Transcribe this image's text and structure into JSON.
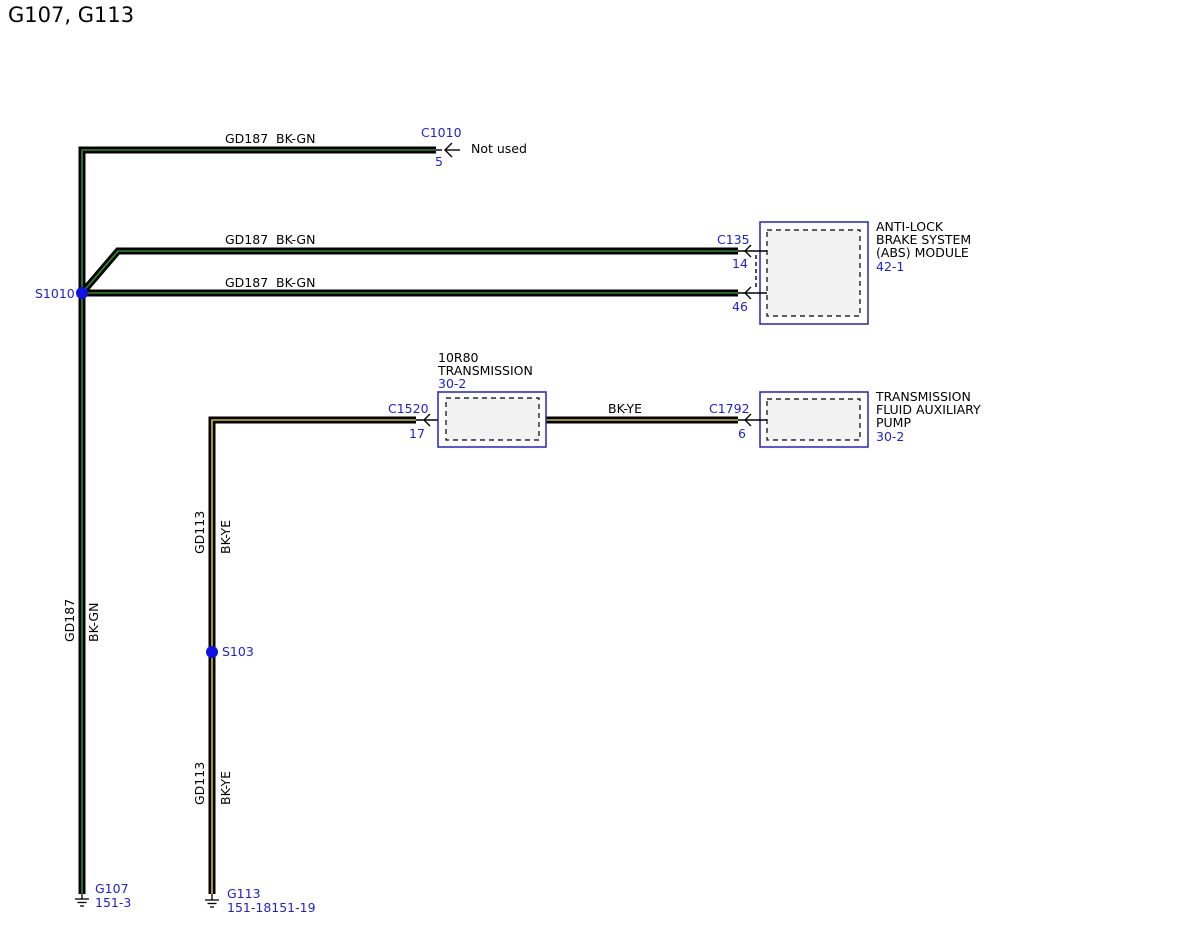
{
  "title": "G107, G113",
  "wires": {
    "top_circuit": "GD187",
    "top_color": "BK-GN",
    "mid_circuit": "GD187",
    "mid_color": "BK-GN",
    "low_circuit": "GD187",
    "low_color": "BK-GN",
    "main_vert_circuit": "GD187",
    "main_vert_color": "BK-GN",
    "gd113_upper_circuit": "GD113",
    "gd113_upper_color": "BK-YE",
    "gd113_lower_circuit": "GD113",
    "gd113_lower_color": "BK-YE",
    "trans_link_color": "BK-YE"
  },
  "connectors": {
    "c1010": {
      "name": "C1010",
      "pin": "5",
      "note": "Not used"
    },
    "c135": {
      "name": "C135",
      "pin_a": "14",
      "pin_b": "46"
    },
    "c1520": {
      "name": "C1520",
      "pin": "17"
    },
    "c1792": {
      "name": "C1792",
      "pin": "6"
    }
  },
  "splices": {
    "s1010": "S1010",
    "s103": "S103"
  },
  "components": {
    "abs": {
      "line1": "ANTI-LOCK",
      "line2": "BRAKE SYSTEM",
      "line3": "(ABS) MODULE",
      "ref": "42-1"
    },
    "transmission": {
      "line1": "10R80",
      "line2": "TRANSMISSION",
      "ref": "30-2"
    },
    "pump": {
      "line1": "TRANSMISSION",
      "line2": "FLUID AUXILIARY",
      "line3": "PUMP",
      "ref": "30-2"
    }
  },
  "grounds": {
    "g107": {
      "name": "G107",
      "ref": "151-3"
    },
    "g113": {
      "name": "G113",
      "ref": "151-18151-19"
    }
  },
  "colors": {
    "wire_black": "#000000",
    "wire_green": "#2e8b2e",
    "wire_yellow": "#d8c400",
    "link_blue": "#1f1fd6",
    "component_border": "#2222cc"
  }
}
